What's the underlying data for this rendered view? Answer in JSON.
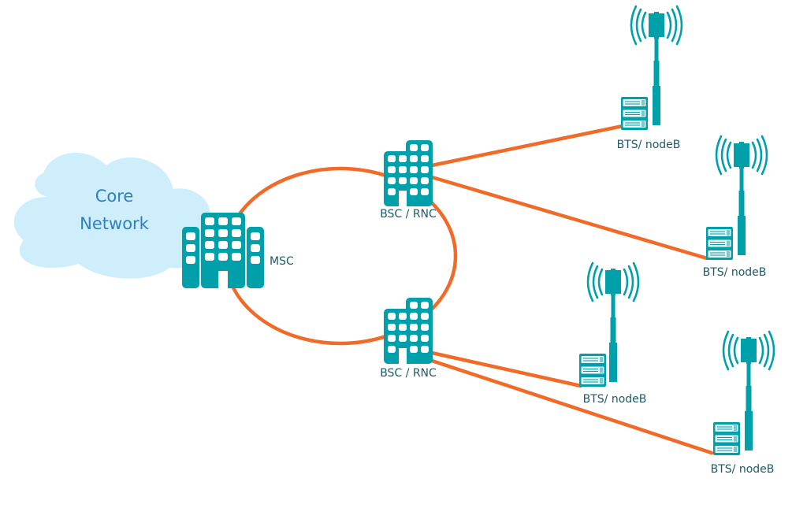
{
  "colors": {
    "teal": "#00a0ab",
    "link": "#f06a28",
    "cloud": "#cdeefa",
    "cloud_text": "#2f7fc1",
    "label": "#1e5a66"
  },
  "cloud": {
    "line1": "Core",
    "line2": "Network"
  },
  "msc": {
    "label": "MSC"
  },
  "bsc": [
    {
      "id": "bsc1",
      "label": "BSC / RNC"
    },
    {
      "id": "bsc2",
      "label": "BSC / RNC"
    }
  ],
  "bts": [
    {
      "id": "bts1",
      "label": "BTS/ nodeB",
      "parent": "bsc1"
    },
    {
      "id": "bts2",
      "label": "BTS/ nodeB",
      "parent": "bsc1"
    },
    {
      "id": "bts3",
      "label": "BTS/ nodeB",
      "parent": "bsc2"
    },
    {
      "id": "bts4",
      "label": "BTS/ nodeB",
      "parent": "bsc2"
    }
  ]
}
